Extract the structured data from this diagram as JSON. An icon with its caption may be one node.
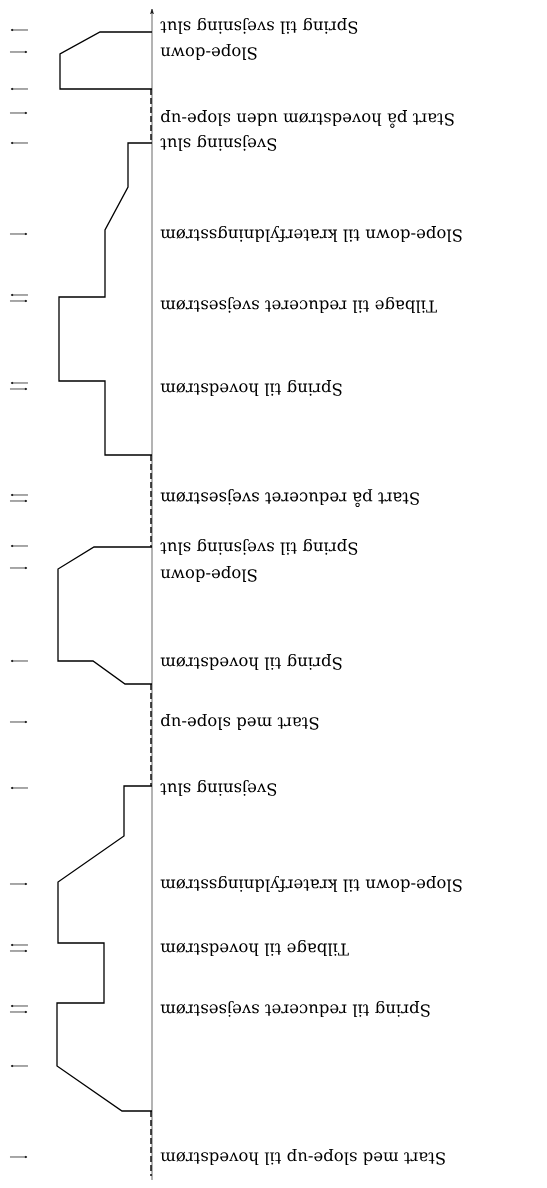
{
  "diagram": {
    "labels": [
      "Start med slope-up til hovedstrøm",
      "Spring til reduceret svejsestrøm",
      "Tilbage til hovedstrøm",
      "Slope-down til kraterfyldningsstrøm",
      "Svejsning slut",
      "Start med slope-up",
      "Spring til hovedstrøm",
      "Slope-down",
      "Spring til svejsning slut",
      "Start på reduceret svejsestrøm",
      "Spring til hovedstrøm",
      "Tilbage til reduceret svejsestrøm",
      "Slope-down til kraterfyldningsstrøm",
      "Svejsning slut",
      "Start på hovedstrøm uden slope-up",
      "Slope-down",
      "Spring til svejsning slut"
    ]
  }
}
